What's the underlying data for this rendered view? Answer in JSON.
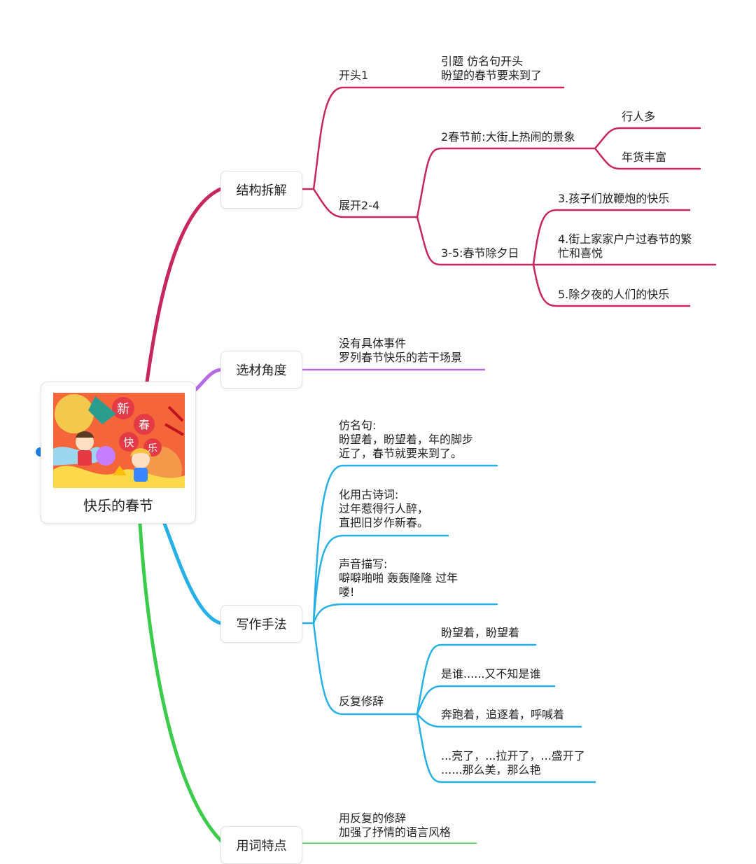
{
  "colors": {
    "structure": "#c8275c",
    "material": "#b66ae6",
    "technique": "#27b0e6",
    "wording": "#3ccc4c",
    "root_dot": "#1f7de0"
  },
  "root": {
    "title": "快乐的春节",
    "image": "chinese-new-year-illustration",
    "image_text": [
      "新",
      "春",
      "快",
      "乐"
    ]
  },
  "structure": {
    "label": "结构拆解",
    "opening": {
      "label": "开头1",
      "note": "引题 仿名句开头\n盼望的春节要来到了"
    },
    "body": {
      "label": "展开2-4",
      "before": {
        "label": "2春节前:大街上热闹的景象",
        "items": [
          "行人多",
          "年货丰富"
        ]
      },
      "eve": {
        "label": "3-5:春节除夕日",
        "items": [
          "3.孩子们放鞭炮的快乐",
          "4.街上家家户户过春节的繁\n忙和喜悦",
          "5.除夕夜的人们的快乐"
        ]
      }
    }
  },
  "material": {
    "label": "选材角度",
    "note": "没有具体事件\n罗列春节快乐的若干场景"
  },
  "technique": {
    "label": "写作手法",
    "imitation": "仿名句:\n盼望着，盼望着，年的脚步\n近了，春节就要来到了。",
    "poetry": "化用古诗词:\n过年惹得行人醉，\n直把旧岁作新春。",
    "sound": "声音描写:\n噼噼啪啪 轰轰隆隆 过年\n喽!",
    "repetition": {
      "label": "反复修辞",
      "items": [
        "盼望着，盼望着",
        "是谁......又不知是谁",
        "奔跑着，追逐着，呼喊着",
        "...亮了，...拉开了，...盛开了\n......那么美，那么艳"
      ]
    }
  },
  "wording": {
    "label": "用词特点",
    "note": "用反复的修辞\n加强了抒情的语言风格"
  }
}
